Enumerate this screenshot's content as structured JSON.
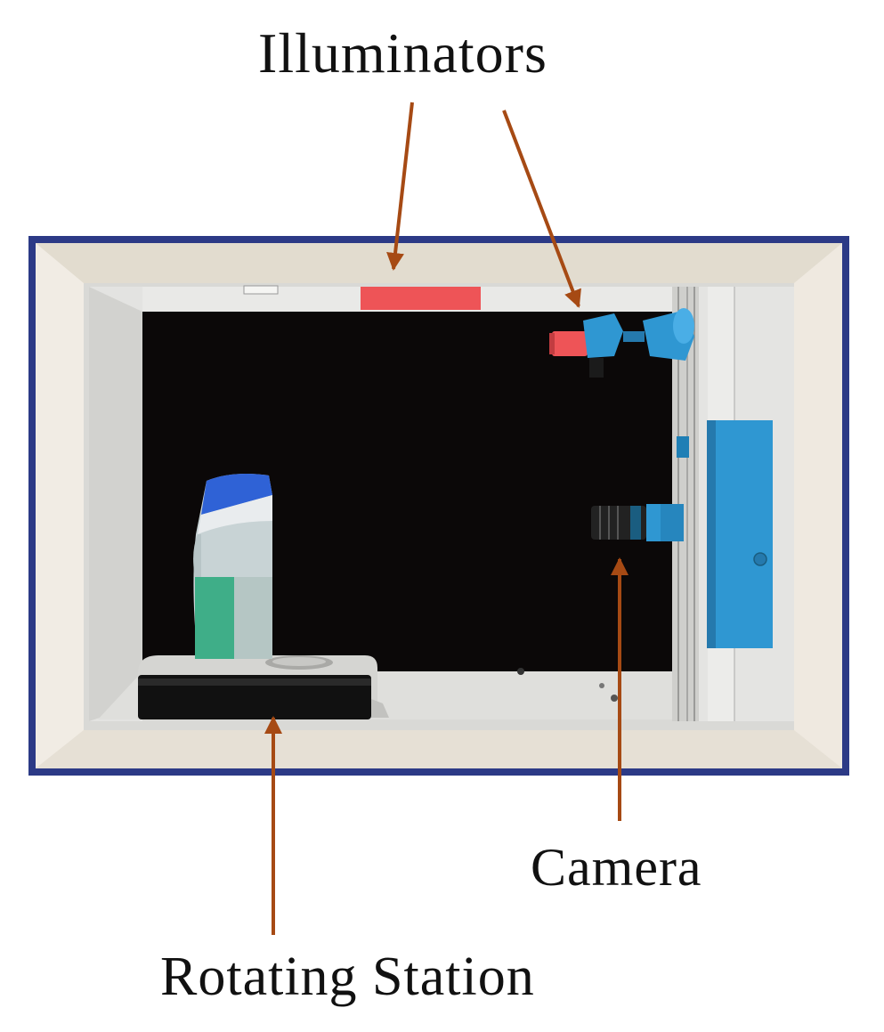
{
  "labels": {
    "illuminators": "Illuminators",
    "camera": "Camera",
    "rotating_station": "Rotating Station"
  },
  "colors": {
    "enclosure_border": "#2c3a86",
    "frame": "#eae4da",
    "interior": "#0b0808",
    "illuminator": "#ee5457",
    "camera_body": "#2f97d2",
    "side_panel": "#2f97d2",
    "bottle_cap": "#2f62d6",
    "arrow": "#a64a14",
    "platform": "#111111"
  },
  "icons": {
    "illuminator_top": "illuminator-icon",
    "illuminator_side": "illuminator-icon",
    "camera": "camera-icon",
    "bottle": "bottle-icon"
  }
}
